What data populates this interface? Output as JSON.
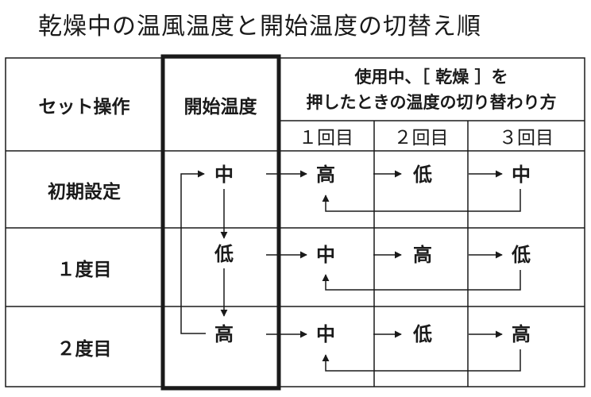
{
  "title": "乾燥中の温風温度と開始温度の切替え順",
  "headers": {
    "operation": "セット操作",
    "start_temp": "開始温度",
    "switch_line1": "使用中、［ 乾燥 ］を",
    "switch_line2": "押したときの温度の切り替わり方",
    "press_counts": [
      "１回目",
      "２回目",
      "３回目"
    ]
  },
  "rows": [
    {
      "operation": "初期設定",
      "start": "中",
      "sequence": [
        "高",
        "低",
        "中"
      ]
    },
    {
      "operation": "１度目",
      "start": "低",
      "sequence": [
        "中",
        "高",
        "低"
      ]
    },
    {
      "operation": "２度目",
      "start": "高",
      "sequence": [
        "中",
        "低",
        "高"
      ]
    }
  ]
}
